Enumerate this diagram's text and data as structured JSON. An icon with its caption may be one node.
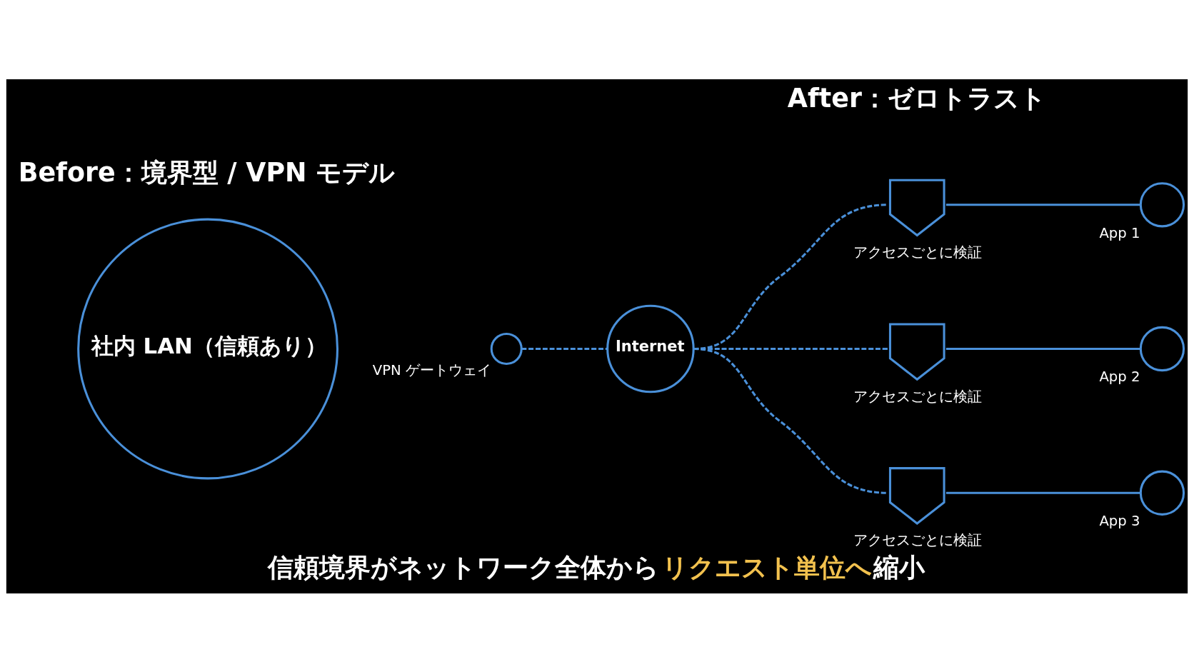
{
  "diagram": {
    "caption": "信頼境界がネットワーク全体から**リクエスト単位へ**縮小",
    "nodes": [
      {
        "text": [
          "社内 LAN（信頼あり）"
        ]
      },
      {
        "text": [],
        "shape": "circle",
        "beside": [
          "VPN ゲートウェイ"
        ]
      },
      {
        "text": [
          "Internet"
        ]
      },
      {
        "text": [],
        "shape": "shield",
        "beside": [
          "アクセスごとに検証"
        ]
      },
      {
        "text": [],
        "shape": "circle",
        "beside": [
          "App 1"
        ]
      },
      {
        "text": [],
        "shape": "shield",
        "beside": [
          "アクセスごとに検証"
        ]
      },
      {
        "text": [],
        "shape": "circle",
        "beside": [
          "App 2"
        ]
      },
      {
        "text": [],
        "shape": "shield",
        "beside": [
          "アクセスごとに検証"
        ]
      },
      {
        "text": [],
        "shape": "circle",
        "beside": [
          "App 3"
        ]
      }
    ],
    "edges": [
      {
        "from": 1,
        "to": 2,
        "arrow": "none",
        "style": "dashed"
      },
      {
        "from": 2,
        "to": 3,
        "arrow": "none",
        "style": "dashed"
      },
      {
        "from": 2,
        "to": 5,
        "arrow": "none",
        "style": "dashed"
      },
      {
        "from": 2,
        "to": 7,
        "arrow": "none",
        "style": "dashed"
      },
      {
        "from": 3,
        "to": 4,
        "arrow": "none"
      },
      {
        "from": 5,
        "to": 6,
        "arrow": "none"
      },
      {
        "from": 7,
        "to": 8,
        "arrow": "none"
      }
    ],
    "labels": [
      "Before：境界型 / VPN モデル",
      "After：ゼロトラスト"
    ]
  }
}
